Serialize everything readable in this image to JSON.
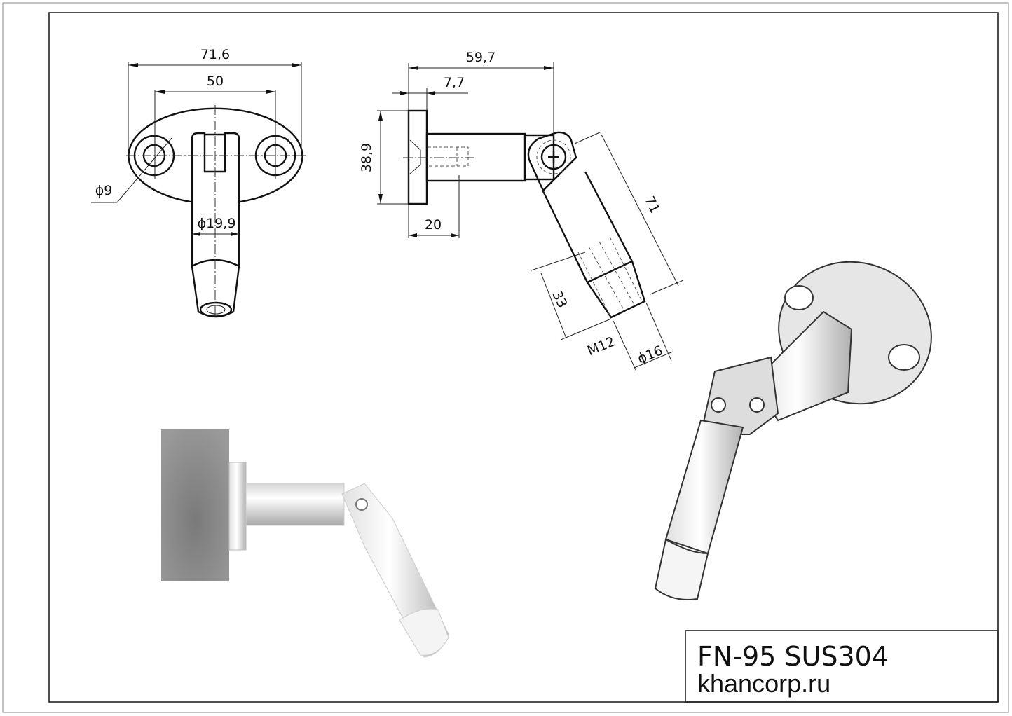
{
  "drawing": {
    "front_view": {
      "dim_overall_width": "71,6",
      "dim_hole_spacing": "50",
      "dim_hole_diameter": "ϕ9",
      "dim_tube_diameter": "ϕ19,9"
    },
    "side_view": {
      "dim_total_length": "59,7",
      "dim_flange_thickness": "7,7",
      "dim_flange_height": "38,9",
      "dim_thread_depth": "20",
      "dim_arm_length": "71",
      "dim_thread_length": "33",
      "dim_thread": "M12",
      "dim_tip_diameter": "ϕ16"
    }
  },
  "title_block": {
    "part": "FN-95 SUS304",
    "website": "khancorp.ru"
  },
  "colors": {
    "line": "#111111",
    "frame": "#222222",
    "block_gray": "#8a8a8a"
  }
}
